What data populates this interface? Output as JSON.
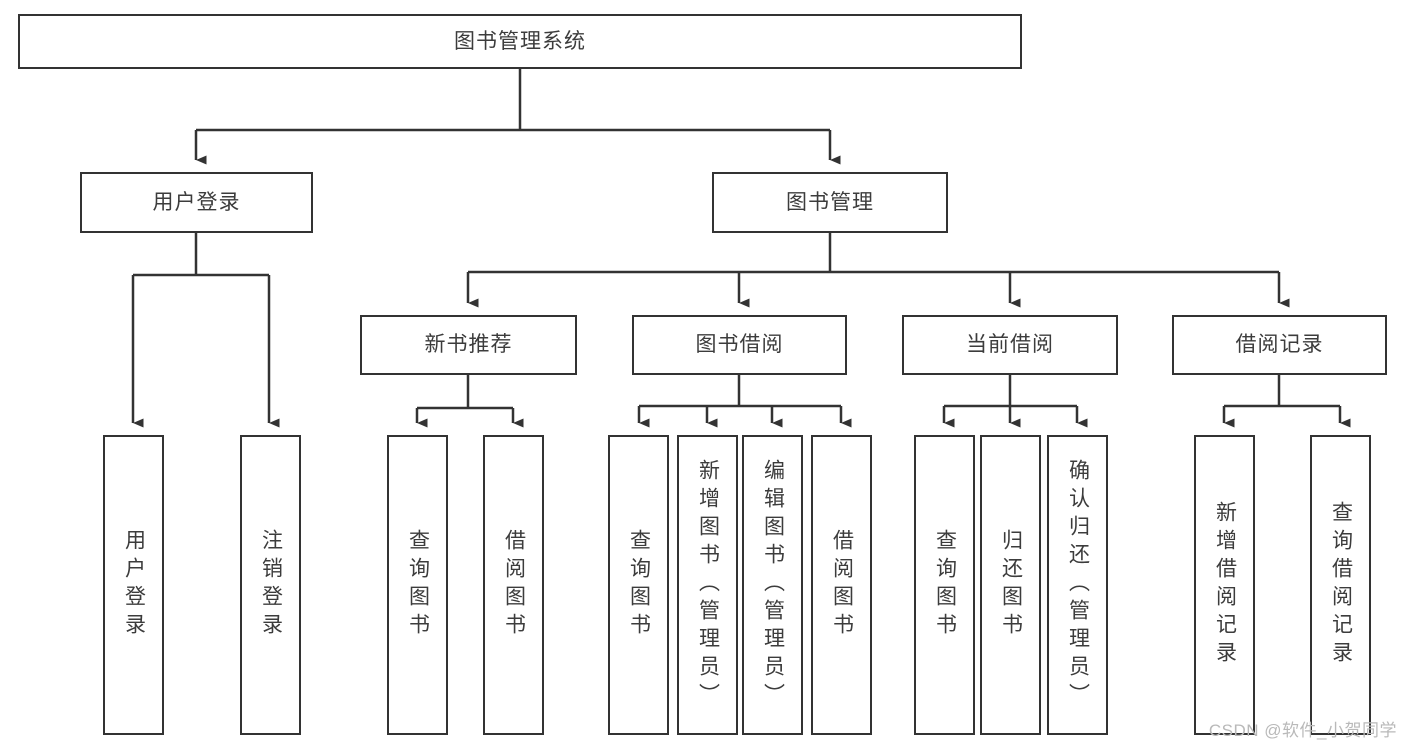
{
  "diagram": {
    "title": "图书管理系统",
    "watermark": "CSDN @软件_小贺同学",
    "root": {
      "label": "图书管理系统"
    },
    "level1": [
      {
        "label": "用户登录"
      },
      {
        "label": "图书管理"
      }
    ],
    "level2": [
      {
        "label": "新书推荐"
      },
      {
        "label": "图书借阅"
      },
      {
        "label": "当前借阅"
      },
      {
        "label": "借阅记录"
      }
    ],
    "leaves": {
      "user_login": [
        {
          "label": "用户登录"
        },
        {
          "label": "注销登录"
        }
      ],
      "new_book_recommend": [
        {
          "label": "查询图书"
        },
        {
          "label": "借阅图书"
        }
      ],
      "book_borrow": [
        {
          "label": "查询图书"
        },
        {
          "label": "新增图书（管理员）"
        },
        {
          "label": "编辑图书（管理员）"
        },
        {
          "label": "借阅图书"
        }
      ],
      "current_borrow": [
        {
          "label": "查询图书"
        },
        {
          "label": "归还图书"
        },
        {
          "label": "确认归还（管理员）"
        }
      ],
      "borrow_record": [
        {
          "label": "新增借阅记录"
        },
        {
          "label": "查询借阅记录"
        }
      ]
    },
    "colors": {
      "stroke": "#333333",
      "fill": "#ffffff",
      "text": "#3c3c3c",
      "watermark": "#b9b9b9"
    }
  }
}
